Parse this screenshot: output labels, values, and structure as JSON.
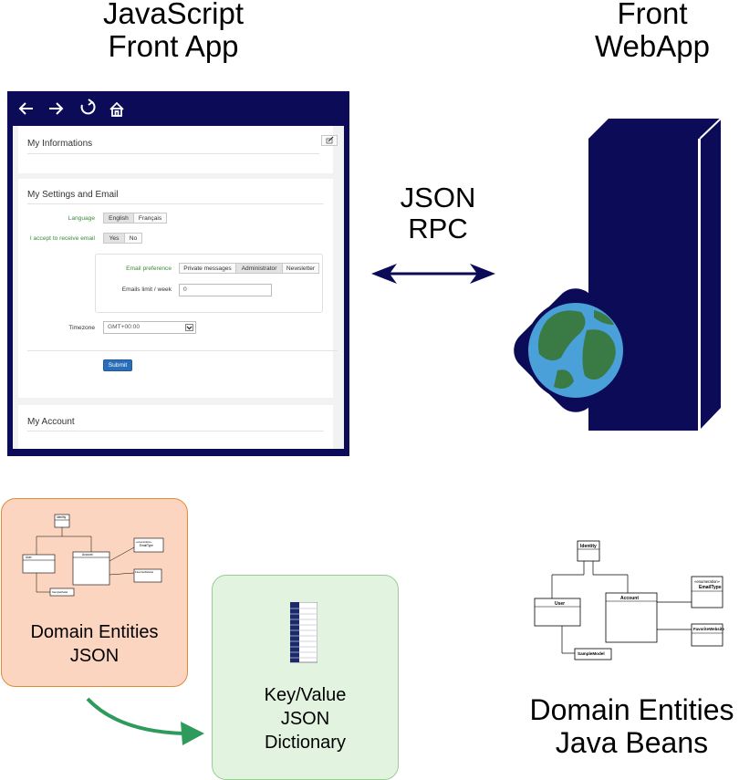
{
  "titles": {
    "js_line1": "JavaScript",
    "js_line2": "Front App",
    "front_line1": "Front",
    "front_line2": "WebApp",
    "rpc_line1": "JSON",
    "rpc_line2": "RPC"
  },
  "app": {
    "nav_icons": [
      "back-arrow-icon",
      "forward-arrow-icon",
      "refresh-icon",
      "home-icon"
    ],
    "panel_informations": "My Informations",
    "panel_settings": "My Settings and Email",
    "language_label": "Language",
    "language_options": [
      "English",
      "Français"
    ],
    "accept_label": "I accept to receive email",
    "accept_options": [
      "Yes",
      "No"
    ],
    "email_pref_label": "Email preference",
    "email_pref_options": [
      "Private messages",
      "Administrator",
      "Newsletter"
    ],
    "limit_label": "Emails limit / week",
    "limit_value": "0",
    "timezone_label": "Timezone",
    "timezone_value": "GMT+00:00",
    "submit_label": "Submit",
    "panel_account": "My Account"
  },
  "uml": {
    "identity": "Identity",
    "user": "User",
    "account": "Account",
    "stereotype": "«enumeration»",
    "email_type": "EmailType",
    "favorite_website": "FavoriteWebsite",
    "sample_model": "SampleModel"
  },
  "boxes": {
    "domain_json_line1": "Domain Entities",
    "domain_json_line2": "JSON",
    "dict_line1": "Key/Value",
    "dict_line2": "JSON",
    "dict_line3": "Dictionary",
    "java_line1": "Domain Entities",
    "java_line2": "Java Beans"
  },
  "colors": {
    "navy": "#0b0b57",
    "orange_fill": "#fbd5c0",
    "orange_border": "#e08a3a",
    "green_fill": "#e2f4e0",
    "green_border": "#9ccc96",
    "arrow_green": "#2e9a5c",
    "label_green": "#3a8a3a",
    "submit_blue": "#2a6db8"
  }
}
